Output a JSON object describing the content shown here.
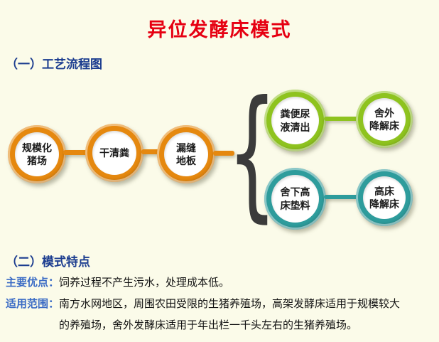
{
  "colors": {
    "background": "#FBFBE9",
    "title_red": "#E60012",
    "heading_navy": "#1B3C8F",
    "label_blue": "#3A6BC5",
    "orange": "#E5880F",
    "green": "#8EC31F",
    "teal": "#2E9C9C",
    "brace_dark": "#3B3B3B"
  },
  "page": {
    "title": "异位发酵床模式"
  },
  "flow": {
    "heading": "（一）工艺流程图",
    "brace": "{",
    "main_chain": [
      {
        "label": "规模化\n猪场"
      },
      {
        "label": "干清粪"
      },
      {
        "label": "漏缝\n地板"
      }
    ],
    "top_branch": [
      {
        "label": "粪便尿\n液清出"
      },
      {
        "label": "舍外\n降解床"
      }
    ],
    "bottom_branch": [
      {
        "label": "舍下高\n床垫料"
      },
      {
        "label": "高床\n降解床"
      }
    ]
  },
  "features": {
    "heading": "（二）模式特点",
    "items": [
      {
        "label": "主要优点：",
        "text": "饲养过程不产生污水，处理成本低。"
      },
      {
        "label": "适用范围：",
        "text": "南方水网地区，周围农田受限的生猪养殖场，高架发酵床适用于规模较大\n的养殖场，舍外发酵床适用于年出栏一千头左右的生猪养殖场。"
      }
    ]
  }
}
